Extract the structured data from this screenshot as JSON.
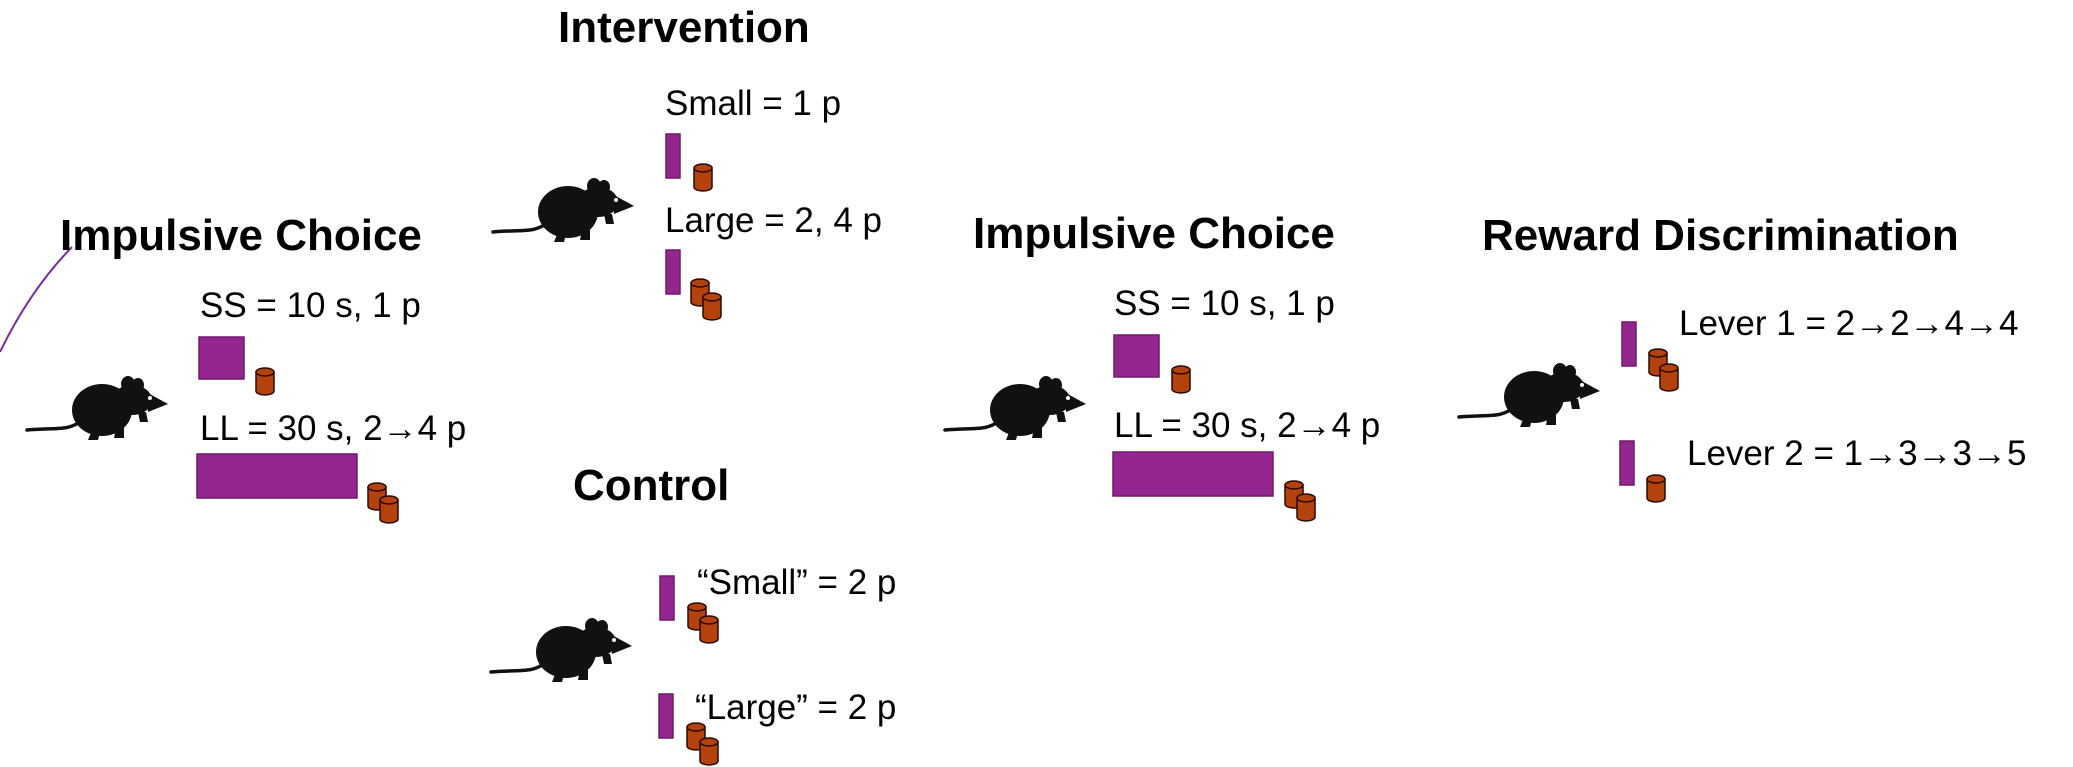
{
  "colors": {
    "lever_fill": "#93278F",
    "lever_stroke": "#6E1A6B",
    "pellet_fill": "#B3420C",
    "pellet_stroke": "#2A0A00",
    "rat": "#111111",
    "connector": "#7A2A9E"
  },
  "icons": {
    "rat": "rat-icon",
    "lever": "lever-icon",
    "pellet": "food-pellet-icon"
  },
  "stage1": {
    "heading": "Impulsive Choice",
    "ss_label": "SS = 10 s, 1 p",
    "ll_label": "LL = 30 s, 2→4 p"
  },
  "intervention": {
    "heading": "Intervention",
    "small_label": "Small = 1 p",
    "large_label": "Large = 2, 4 p"
  },
  "control": {
    "heading": "Control",
    "small_label": "“Small” = 2 p",
    "large_label": "“Large” = 2 p"
  },
  "stage3": {
    "heading": "Impulsive Choice",
    "ss_label": "SS = 10 s, 1 p",
    "ll_label": "LL = 30 s, 2→4 p"
  },
  "stage4": {
    "heading": "Reward Discrimination",
    "lever1_label": "Lever 1 = 2→2→4→4",
    "lever2_label": "Lever 2 = 1→3→3→5"
  }
}
